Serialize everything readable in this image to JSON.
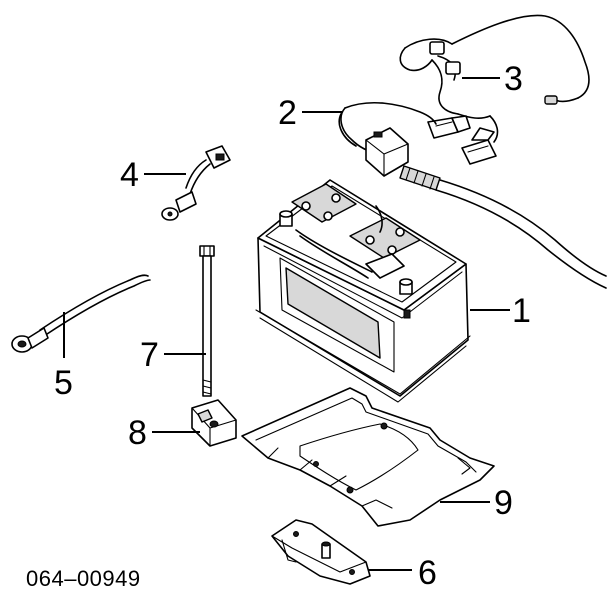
{
  "diagram": {
    "figure_code": "064–00949",
    "callouts": {
      "battery": "1",
      "positive_cable": "2",
      "cable_harness": "3",
      "short_ground_strap": "4",
      "ground_cable": "5",
      "clamp_plate": "6",
      "hold_down_bolt": "7",
      "clamp_bracket": "8",
      "battery_tray": "9"
    }
  }
}
